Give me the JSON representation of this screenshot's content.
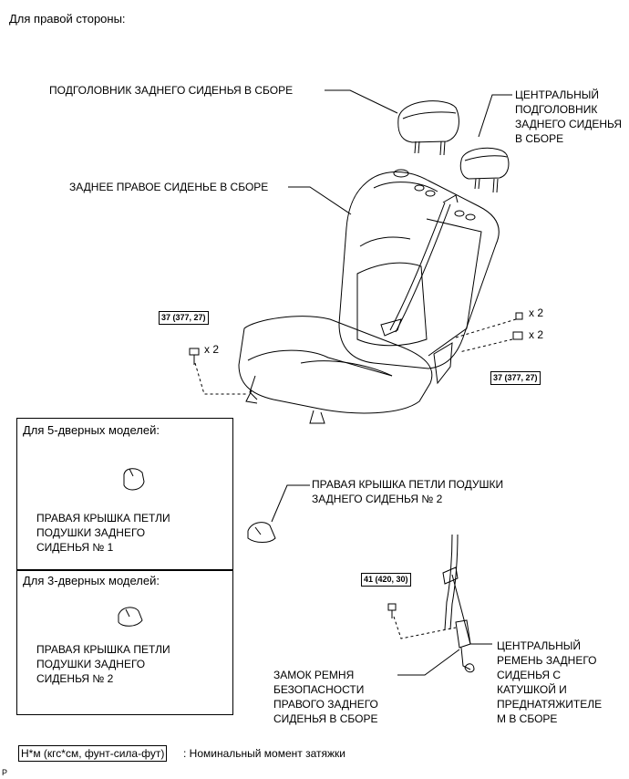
{
  "header": "Для правой стороны:",
  "labels": {
    "rear_headrest": "ПОДГОЛОВНИК ЗАДНЕГО СИДЕНЬЯ В СБОРЕ",
    "center_headrest": "ЦЕНТРАЛЬНЫЙ\nПОДГОЛОВНИК\nЗАДНЕГО СИДЕНЬЯ\nВ СБОРЕ",
    "rear_right_seat": "ЗАДНЕЕ ПРАВОЕ СИДЕНЬЕ В СБОРЕ",
    "hinge_cover_no2": "ПРАВАЯ КРЫШКА ПЕТЛИ ПОДУШКИ\nЗАДНЕГО СИДЕНЬЯ № 2",
    "center_belt": "ЦЕНТРАЛЬНЫЙ\nРЕМЕНЬ ЗАДНЕГО\nСИДЕНЬЯ С\nКАТУШКОЙ И\nПРЕДНАТЯЖИТЕЛЕ\nМ В СБОРЕ",
    "buckle": "ЗАМОК РЕМНЯ\nБЕЗОПАСНОСТИ\nПРАВОГО ЗАДНЕГО\nСИДЕНЬЯ В СБОРЕ"
  },
  "torques": {
    "left": "37 (377, 27)",
    "right": "37 (377, 27)",
    "belt": "41 (420, 30)"
  },
  "quantities": {
    "left": "x 2",
    "right_top": "x 2",
    "right_bottom": "x 2"
  },
  "variants": {
    "five_door": {
      "title": "Для 5-дверных моделей:",
      "part": "ПРАВАЯ КРЫШКА ПЕТЛИ\nПОДУШКИ ЗАДНЕГО\nСИДЕНЬЯ № 1"
    },
    "three_door": {
      "title": "Для 3-дверных моделей:",
      "part": "ПРАВАЯ КРЫШКА ПЕТЛИ\nПОДУШКИ ЗАДНЕГО\nСИДЕНЬЯ № 2"
    }
  },
  "legend": {
    "unit": "Н*м (кгс*см, фунт-сила-фут)",
    "text": ": Номинальный момент затяжки"
  },
  "footer_mark": "P"
}
